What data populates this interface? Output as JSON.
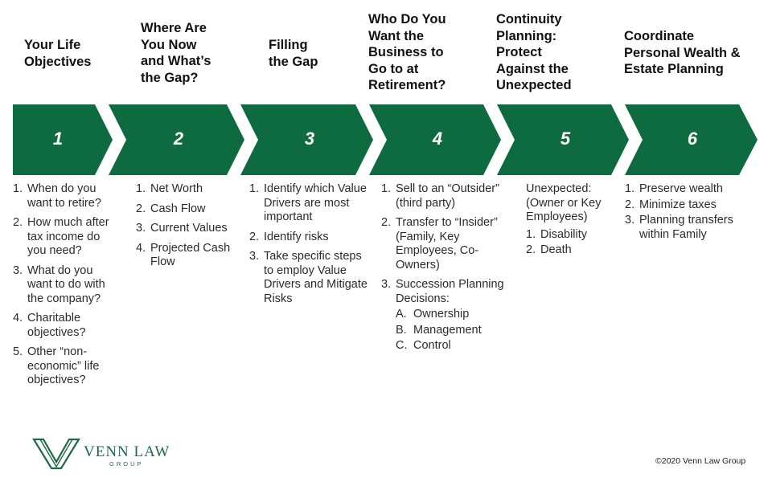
{
  "colors": {
    "arrow_fill": "#0d6b3f",
    "logo_green": "#1d6b46"
  },
  "steps": [
    {
      "heading": "Your Life\nObjectives",
      "number": "1",
      "list": [
        "When do you want to retire?",
        "How much after tax income do you need?",
        "What do you want to do with the company?",
        "Charitable objectives?",
        "Other “non-economic” life objectives?"
      ]
    },
    {
      "heading": "Where Are\nYou Now\nand What’s\nthe Gap?",
      "number": "2",
      "list": [
        "Net Worth",
        "Cash Flow",
        "Current Values",
        "Projected Cash Flow"
      ]
    },
    {
      "heading": "Filling\nthe Gap",
      "number": "3",
      "list": [
        "Identify which Value Drivers are most important",
        "Identify risks",
        "Take specific steps to employ Value Drivers and Mitigate Risks"
      ]
    },
    {
      "heading": "Who Do You\nWant the\nBusiness to\nGo to at\nRetirement?",
      "number": "4",
      "list": [
        "Sell to an “Outsider” (third party)",
        "Transfer to “Insider” (Family, Key Employees, Co-Owners)",
        "Succession Planning Decisions:"
      ],
      "sublist": [
        "Ownership",
        "Management",
        "Control"
      ]
    },
    {
      "heading": "Continuity\nPlanning:\nProtect\nAgainst the\nUnexpected",
      "number": "5",
      "intro": "Unexpected: (Owner or Key Employees)",
      "list": [
        "Disability",
        "Death"
      ]
    },
    {
      "heading": "Coordinate\nPersonal Wealth &\nEstate Planning",
      "number": "6",
      "list": [
        "Preserve wealth",
        "Minimize taxes",
        "Planning transfers within Family"
      ]
    }
  ],
  "logo": {
    "name": "VENN LAW",
    "sub": "GROUP"
  },
  "copyright": "©2020 Venn Law Group"
}
